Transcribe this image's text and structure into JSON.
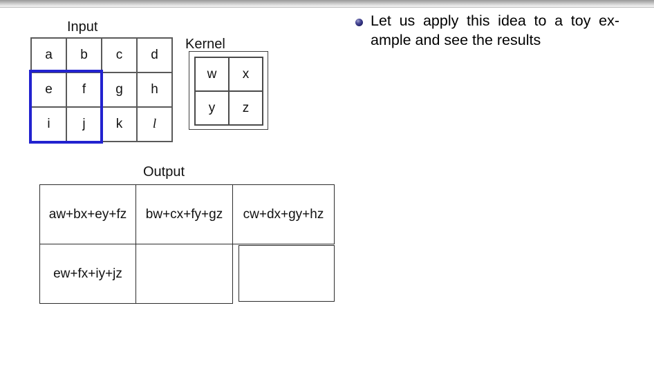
{
  "bullet": {
    "lines": [
      "Let us apply this idea to a toy ex-",
      "ample and see the results"
    ]
  },
  "input": {
    "label": "Input",
    "cells": [
      [
        "a",
        "b",
        "c",
        "d"
      ],
      [
        "e",
        "f",
        "g",
        "h"
      ],
      [
        "i",
        "j",
        "k",
        "l"
      ]
    ]
  },
  "kernel": {
    "label": "Kernel",
    "cells": [
      [
        "w",
        "x"
      ],
      [
        "y",
        "z"
      ]
    ]
  },
  "output": {
    "label": "Output",
    "cells": [
      [
        "aw+bx+ey+fz",
        "bw+cx+fy+gz",
        "cw+dx+gy+hz"
      ],
      [
        "ew+fx+iy+jz",
        "",
        ""
      ]
    ]
  },
  "colors": {
    "highlight_blue": "#2222cf",
    "bullet_navy": "#2e2e7a",
    "topbar_gray": "#989898"
  }
}
